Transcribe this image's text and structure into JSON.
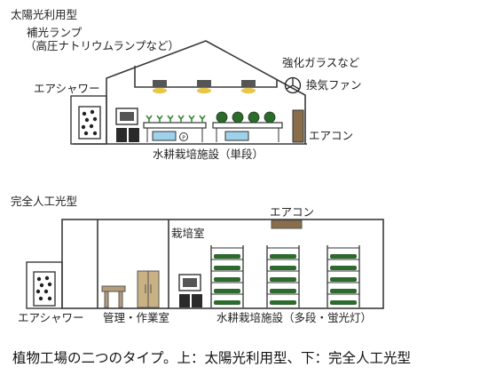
{
  "solar": {
    "title": "太陽光利用型",
    "supplemental_light_line1": "補光ランプ",
    "supplemental_light_line2": "（高圧ナトリウムランプなど）",
    "glass_label": "強化ガラスなど",
    "fan_label": "換気ファン",
    "air_shower_label": "エアシャワー",
    "aircon_label": "エアコン",
    "facility_label": "水耕栽培施設（単段）"
  },
  "artificial": {
    "title": "完全人工光型",
    "aircon_label": "エアコン",
    "room_label": "栽培室",
    "air_shower_label": "エアシャワー",
    "office_label": "管理・作業室",
    "facility_label": "水耕栽培施設（多段・蛍光灯）"
  },
  "caption": "植物工場の二つのタイプ。上：太陽光利用型、下：完全人工光型",
  "colors": {
    "outline": "#3a3a3a",
    "lamp": "#e8c64a",
    "leaf": "#3a8a3a",
    "water": "#9fd2ea",
    "duct": "#8a6d4a",
    "table": "#b69c7a"
  }
}
